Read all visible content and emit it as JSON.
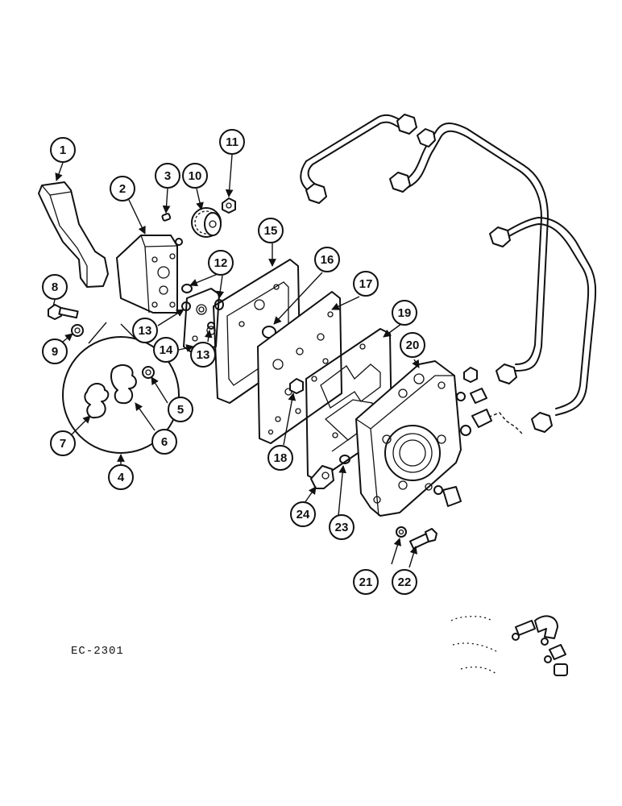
{
  "diagram": {
    "reference_code": "EC-2301",
    "callouts": [
      "1",
      "2",
      "3",
      "4",
      "5",
      "6",
      "7",
      "8",
      "9",
      "10",
      "11",
      "12",
      "13",
      "13",
      "14",
      "15",
      "16",
      "17",
      "18",
      "19",
      "20",
      "21",
      "22",
      "23",
      "24"
    ]
  }
}
